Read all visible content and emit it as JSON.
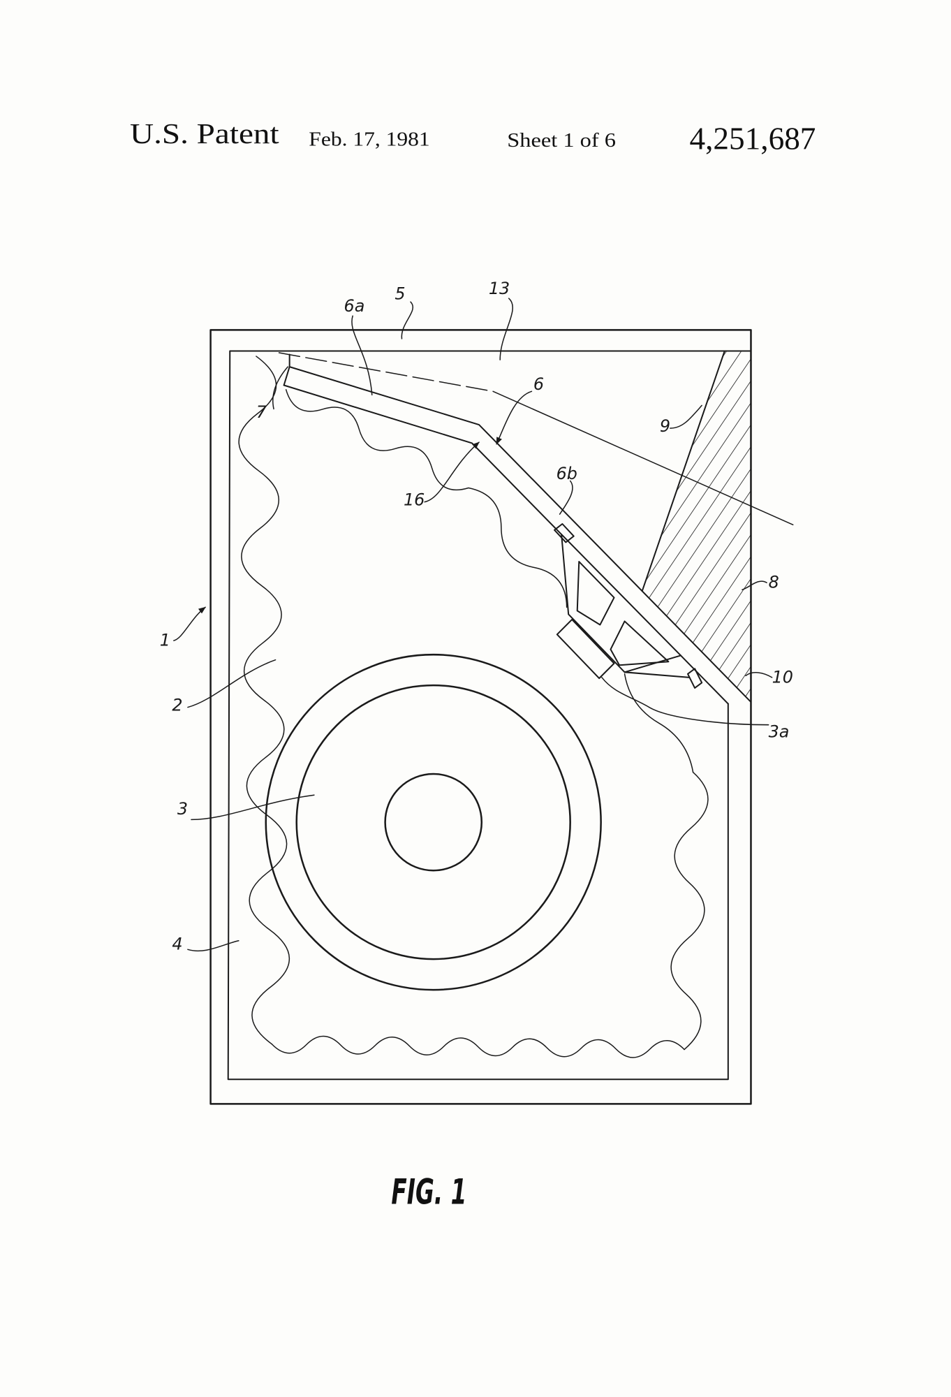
{
  "header": {
    "title": "U.S. Patent",
    "date": "Feb. 17, 1981",
    "sheet": "Sheet 1 of 6",
    "patent_number": "4,251,687"
  },
  "figure": {
    "caption": "FIG. 1",
    "reference_numerals": [
      "6a",
      "5",
      "13",
      "6",
      "7",
      "9",
      "6b",
      "16",
      "8",
      "1",
      "10",
      "2",
      "3a",
      "3",
      "4"
    ]
  },
  "colors": {
    "ink": "#1a1a1a",
    "paper": "#fdfdfb"
  }
}
